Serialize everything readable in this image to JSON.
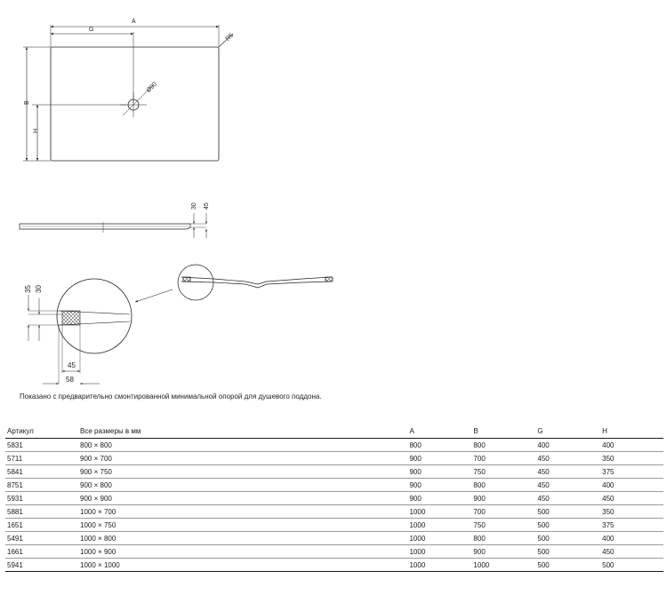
{
  "drawing": {
    "top_labels": {
      "A": "A",
      "G": "G",
      "R5": "R5",
      "B": "B",
      "H": "H",
      "drain": "Ø90"
    },
    "side_labels": {
      "d30": "30",
      "d45": "45"
    },
    "detail_labels": {
      "d35": "35",
      "d30": "30",
      "d45": "45",
      "d58": "58"
    }
  },
  "note": "Показано с предварительно смонтированной минимальной опорой для душевого поддона.",
  "table": {
    "headers": [
      "Артикул",
      "Все размеры в мм",
      "A",
      "B",
      "G",
      "H"
    ],
    "rows": [
      [
        "5831",
        "800 × 800",
        "800",
        "800",
        "400",
        "400"
      ],
      [
        "5711",
        "900 × 700",
        "900",
        "700",
        "450",
        "350"
      ],
      [
        "5841",
        "900 × 750",
        "900",
        "750",
        "450",
        "375"
      ],
      [
        "8751",
        "900 × 800",
        "900",
        "800",
        "450",
        "400"
      ],
      [
        "5931",
        "900 × 900",
        "900",
        "900",
        "450",
        "450"
      ],
      [
        "5881",
        "1000 × 700",
        "1000",
        "700",
        "500",
        "350"
      ],
      [
        "1651",
        "1000 × 750",
        "1000",
        "750",
        "500",
        "375"
      ],
      [
        "5491",
        "1000 × 800",
        "1000",
        "800",
        "500",
        "400"
      ],
      [
        "1661",
        "1000 × 900",
        "1000",
        "900",
        "500",
        "450"
      ],
      [
        "5941",
        "1000 × 1000",
        "1000",
        "1000",
        "500",
        "500"
      ]
    ]
  }
}
